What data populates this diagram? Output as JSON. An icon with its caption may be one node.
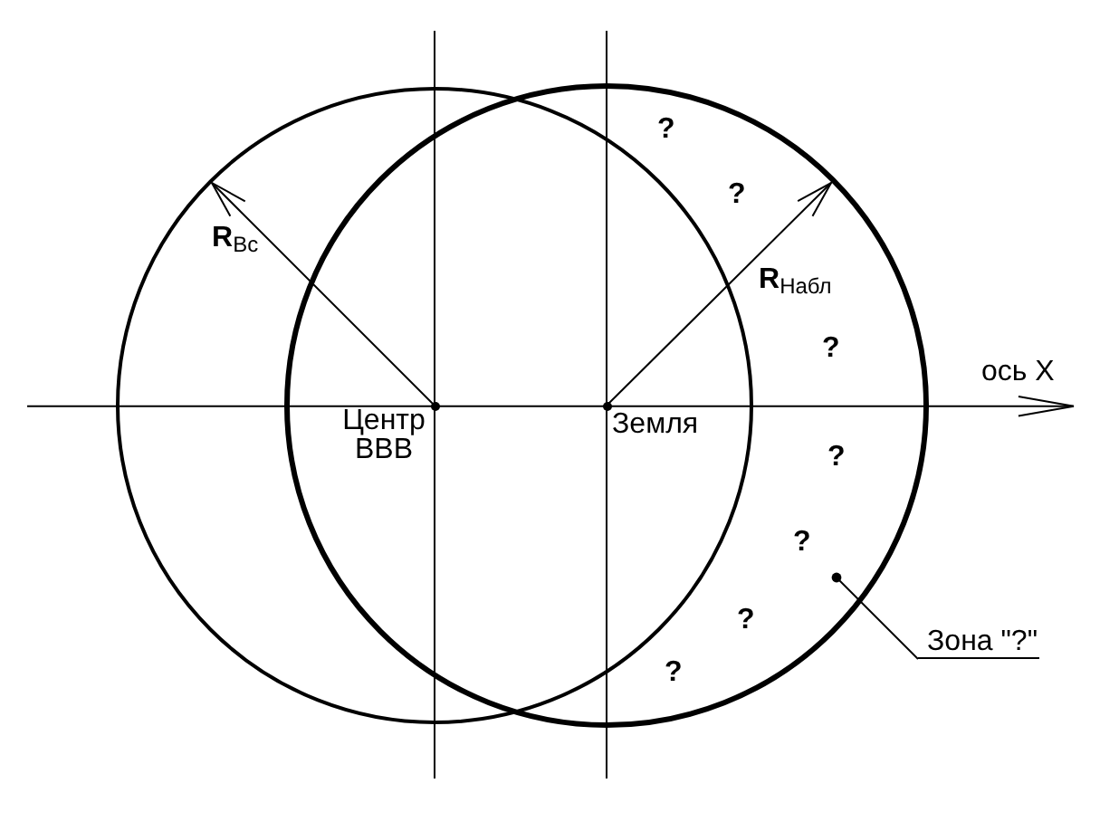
{
  "diagram": {
    "nodes": [
      {
        "text": [],
        "shape": "circle"
      },
      {
        "text": [],
        "shape": "circle"
      },
      {
        "text": [
          "Зона \"?\""
        ]
      }
    ],
    "edges": [
      {
        "from": 2,
        "to": 1,
        "arrow": "other"
      }
    ],
    "labels": [
      "?",
      "?",
      "**R**$_{Вс}$",
      "**R**$_{Набл}$",
      "?",
      "ось X",
      "Центр ВВВ",
      "Земля",
      "?",
      "?",
      "?",
      "?"
    ]
  }
}
